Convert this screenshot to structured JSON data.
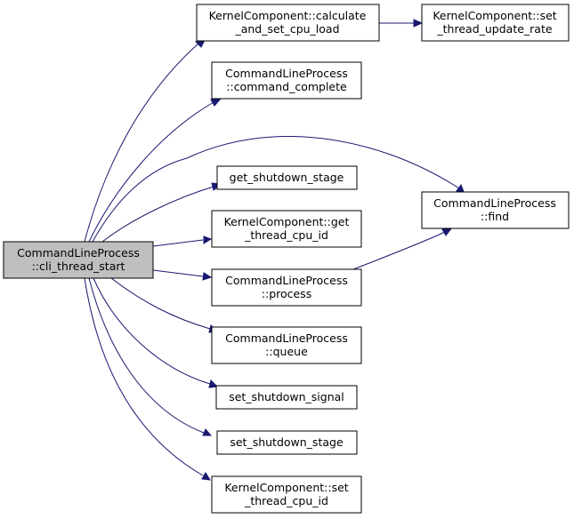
{
  "graph": {
    "root": {
      "id": "cli_thread_start",
      "lines": [
        "CommandLineProcess",
        "::cli_thread_start"
      ]
    },
    "nodes": [
      {
        "id": "calculate_and_set_cpu_load",
        "lines": [
          "KernelComponent::calculate",
          "_and_set_cpu_load"
        ]
      },
      {
        "id": "set_thread_update_rate",
        "lines": [
          "KernelComponent::set",
          "_thread_update_rate"
        ]
      },
      {
        "id": "command_complete",
        "lines": [
          "CommandLineProcess",
          "::command_complete"
        ]
      },
      {
        "id": "get_shutdown_stage",
        "lines": [
          "get_shutdown_stage"
        ]
      },
      {
        "id": "find",
        "lines": [
          "CommandLineProcess",
          "::find"
        ]
      },
      {
        "id": "get_thread_cpu_id",
        "lines": [
          "KernelComponent::get",
          "_thread_cpu_id"
        ]
      },
      {
        "id": "process",
        "lines": [
          "CommandLineProcess",
          "::process"
        ]
      },
      {
        "id": "queue",
        "lines": [
          "CommandLineProcess",
          "::queue"
        ]
      },
      {
        "id": "set_shutdown_signal",
        "lines": [
          "set_shutdown_signal"
        ]
      },
      {
        "id": "set_shutdown_stage",
        "lines": [
          "set_shutdown_stage"
        ]
      },
      {
        "id": "set_thread_cpu_id",
        "lines": [
          "KernelComponent::set",
          "_thread_cpu_id"
        ]
      }
    ],
    "edges": [
      {
        "from": "cli_thread_start",
        "to": "calculate_and_set_cpu_load"
      },
      {
        "from": "calculate_and_set_cpu_load",
        "to": "set_thread_update_rate"
      },
      {
        "from": "cli_thread_start",
        "to": "command_complete"
      },
      {
        "from": "cli_thread_start",
        "to": "find"
      },
      {
        "from": "cli_thread_start",
        "to": "get_shutdown_stage"
      },
      {
        "from": "cli_thread_start",
        "to": "get_thread_cpu_id"
      },
      {
        "from": "cli_thread_start",
        "to": "process"
      },
      {
        "from": "process",
        "to": "find"
      },
      {
        "from": "cli_thread_start",
        "to": "queue"
      },
      {
        "from": "cli_thread_start",
        "to": "set_shutdown_signal"
      },
      {
        "from": "cli_thread_start",
        "to": "set_shutdown_stage"
      },
      {
        "from": "cli_thread_start",
        "to": "set_thread_cpu_id"
      }
    ],
    "colors": {
      "edge": "#191970",
      "root_fill": "#bfbfbf",
      "node_fill": "#ffffff",
      "border": "#000000"
    }
  }
}
